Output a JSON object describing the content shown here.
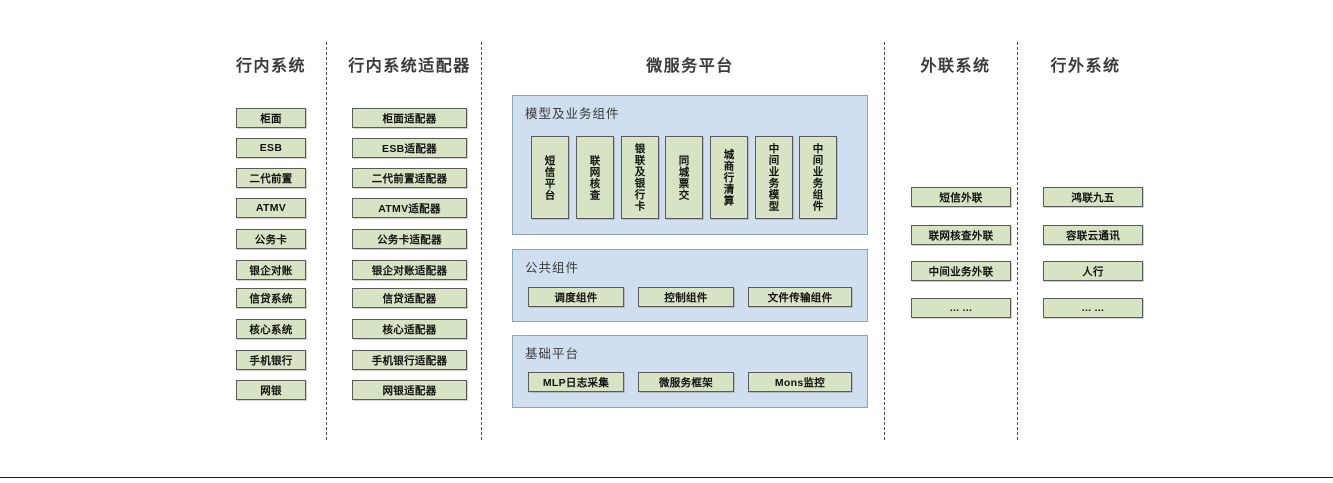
{
  "diagram": {
    "title_colors": {
      "box_fill": "#d7e4c3",
      "box_border": "#5a5a5a",
      "panel_fill": "#cfdfef",
      "panel_border": "#8aa6bd",
      "heading_text": "#3b3b3b"
    },
    "columns": [
      {
        "id": "internal-systems",
        "heading": "行内系统",
        "items": [
          "柜面",
          "ESB",
          "二代前置",
          "ATMV",
          "公务卡",
          "银企对账",
          "信贷系统",
          "核心系统",
          "手机银行",
          "网银"
        ]
      },
      {
        "id": "internal-system-adapters",
        "heading": "行内系统适配器",
        "items": [
          "柜面适配器",
          "ESB适配器",
          "二代前置适配器",
          "ATMV适配器",
          "公务卡适配器",
          "银企对账适配器",
          "信贷适配器",
          "核心适配器",
          "手机银行适配器",
          "网银适配器"
        ]
      },
      {
        "id": "microservice-platform",
        "heading": "微服务平台",
        "panels": [
          {
            "id": "model-business-components",
            "title": "模型及业务组件",
            "orientation": "vertical",
            "items": [
              "短信平台",
              "联网核查",
              "银联及银行卡",
              "同城票交",
              "城商行清算",
              "中间业务模型",
              "中间业务组件"
            ]
          },
          {
            "id": "public-components",
            "title": "公共组件",
            "orientation": "horizontal",
            "items": [
              "调度组件",
              "控制组件",
              "文件传输组件"
            ]
          },
          {
            "id": "basic-platform",
            "title": "基础平台",
            "orientation": "horizontal",
            "items": [
              "MLP日志采集",
              "微服务框架",
              "Mons监控"
            ]
          }
        ]
      },
      {
        "id": "external-liaison-systems",
        "heading": "外联系统",
        "items": [
          "短信外联",
          "联网核查外联",
          "中间业务外联",
          "... ..."
        ]
      },
      {
        "id": "outside-bank-systems",
        "heading": "行外系统",
        "items": [
          "鸿联九五",
          "容联云通讯",
          "人行",
          "... ..."
        ]
      }
    ]
  }
}
